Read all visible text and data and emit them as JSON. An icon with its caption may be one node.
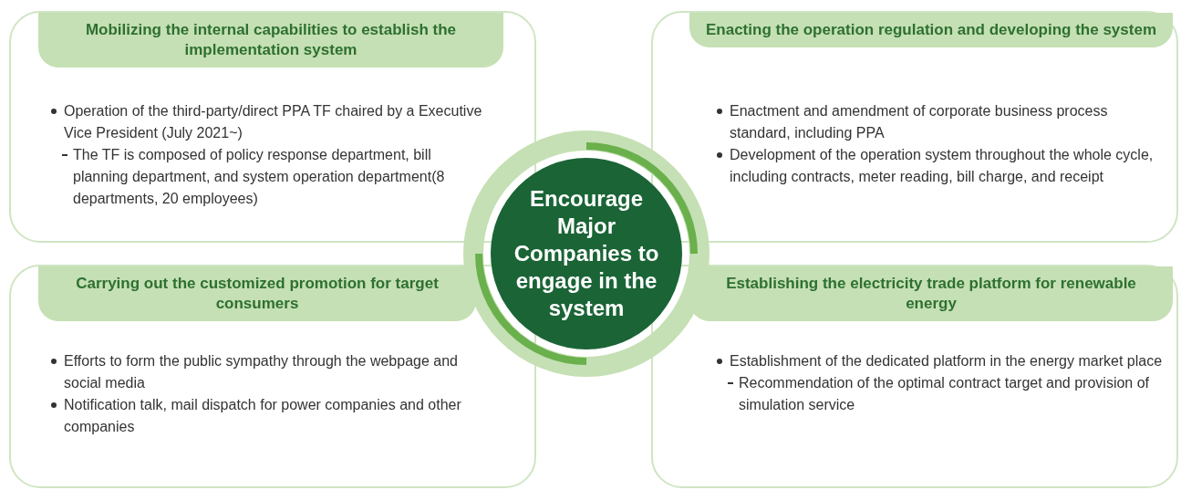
{
  "diagram": {
    "nodes": [
      {
        "text": [
          "Mobilizing the internal capabilities to establish the implementation system",
          "Operation of the third-party/direct PPA TF chaired by a Executive Vice President (July 2021~)",
          "The TF is composed of policy response department, bill planning department, and system operation department(8 departments, 20 employees)"
        ]
      },
      {
        "text": [
          "Enacting the operation regulation and developing the system",
          "Enactment and amendment of corporate business process standard, including PPA",
          "Development of the operation system throughout the whole cycle, including contracts, meter reading, bill charge, and receipt"
        ]
      },
      {
        "text": [
          "Encourage Major Companies to engage in the system"
        ]
      },
      {
        "text": [
          "Carrying out the customized promotion for target consumers",
          "Efforts to form the public sympathy through the webpage and social media",
          "Notification talk, mail dispatch for power companies and other companies"
        ]
      },
      {
        "text": [
          "Establishing the electricity trade platform for renewable energy",
          "Establishment of the dedicated platform in the energy market place",
          "Recommendation of the optimal contract target and provision of simulation service"
        ]
      }
    ],
    "edges": []
  }
}
